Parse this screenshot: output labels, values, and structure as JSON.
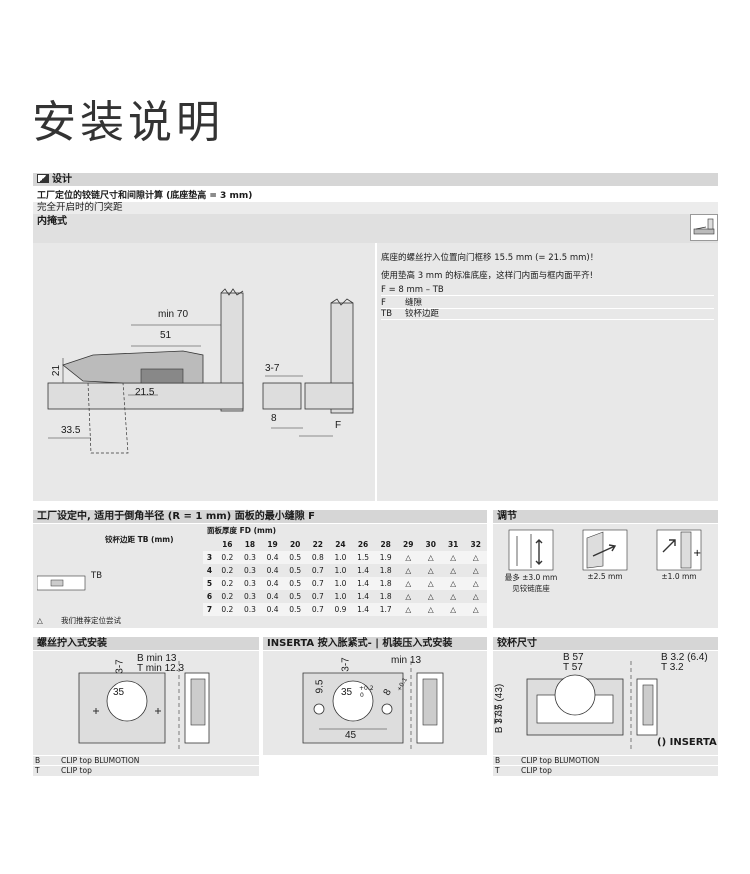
{
  "page_title": "安装说明",
  "design": {
    "heading": "设计",
    "subheading": "工厂定位的铰链尺寸和间隙计算 (底座垫高 = 3 mm)",
    "subnote": "完全开启时的门突距",
    "overlay_label": "内掩式",
    "dims": {
      "min70": "min 70",
      "d51": "51",
      "d21": "21",
      "d21_5": "21.5",
      "d33_5": "33.5",
      "d3_7": "3-7",
      "d8": "8",
      "F": "F"
    },
    "notes": {
      "line1": "底座的螺丝拧入位置向门框移 15.5 mm (= 21.5 mm)！",
      "line2": "使用垫高 3 mm 的标准底座，这样门内面与框内面平齐!",
      "legend": [
        {
          "key": "F = 8 mm – TB",
          "val": ""
        },
        {
          "key": "F",
          "val": "缝隙"
        },
        {
          "key": "TB",
          "val": "铰杯边距"
        }
      ]
    }
  },
  "gap_table": {
    "heading": "工厂设定中, 适用于倒角半径 (R = 1 mm) 面板的最小缝隙 F",
    "fd_label": "面板厚度 FD (mm)",
    "tb_label": "铰杯边距 TB (mm)",
    "tb_diagram_label": "TB",
    "columns": [
      "16",
      "18",
      "19",
      "20",
      "22",
      "24",
      "26",
      "28",
      "29",
      "30",
      "31",
      "32"
    ],
    "rows": [
      {
        "tb": "3",
        "values": [
          "0.2",
          "0.3",
          "0.4",
          "0.5",
          "0.8",
          "1.0",
          "1.5",
          "1.9",
          "△",
          "△",
          "△",
          "△"
        ]
      },
      {
        "tb": "4",
        "values": [
          "0.2",
          "0.3",
          "0.4",
          "0.5",
          "0.7",
          "1.0",
          "1.4",
          "1.8",
          "△",
          "△",
          "△",
          "△"
        ]
      },
      {
        "tb": "5",
        "values": [
          "0.2",
          "0.3",
          "0.4",
          "0.5",
          "0.7",
          "1.0",
          "1.4",
          "1.8",
          "△",
          "△",
          "△",
          "△"
        ]
      },
      {
        "tb": "6",
        "values": [
          "0.2",
          "0.3",
          "0.4",
          "0.5",
          "0.7",
          "1.0",
          "1.4",
          "1.8",
          "△",
          "△",
          "△",
          "△"
        ]
      },
      {
        "tb": "7",
        "values": [
          "0.2",
          "0.3",
          "0.4",
          "0.5",
          "0.7",
          "0.9",
          "1.4",
          "1.7",
          "△",
          "△",
          "△",
          "△"
        ]
      }
    ],
    "footnote_symbol": "△",
    "footnote": "我们推荐定位尝试"
  },
  "adjust": {
    "heading": "调节",
    "items": [
      {
        "line1": "最多 ±3.0 mm",
        "line2": "见铰链底座"
      },
      {
        "line1": "±2.5 mm",
        "line2": ""
      },
      {
        "line1": "±1.0 mm",
        "line2": ""
      }
    ]
  },
  "screw": {
    "heading": "螺丝拧入式安装",
    "d3_7": "3-7",
    "d35": "35",
    "b_min": "B min 13",
    "t_min": "T min 12.3",
    "legend": [
      {
        "k": "B",
        "v": "CLIP top BLUMOTION"
      },
      {
        "k": "T",
        "v": "CLIP top"
      }
    ]
  },
  "inserta": {
    "heading": "INSERTA 按入胀紧式- | 机装压入式安装",
    "d3_7": "3-7",
    "d9_5": "9.5",
    "d35": "35",
    "tol": "+0.2",
    "tol0": "0",
    "d8": "8",
    "tol8": "+0.1",
    "d45": "45",
    "min13": "min 13"
  },
  "cup": {
    "heading": "铰杯尺寸",
    "b57": "B 57",
    "t57": "T 57",
    "b32": "B 3.2 (6.4)",
    "t32": "T 3.2",
    "b375": "B 37.5 (43)",
    "t37": "T 37",
    "inserta_label": "() INSERTA",
    "legend": [
      {
        "k": "B",
        "v": "CLIP top BLUMOTION"
      },
      {
        "k": "T",
        "v": "CLIP top"
      }
    ]
  }
}
